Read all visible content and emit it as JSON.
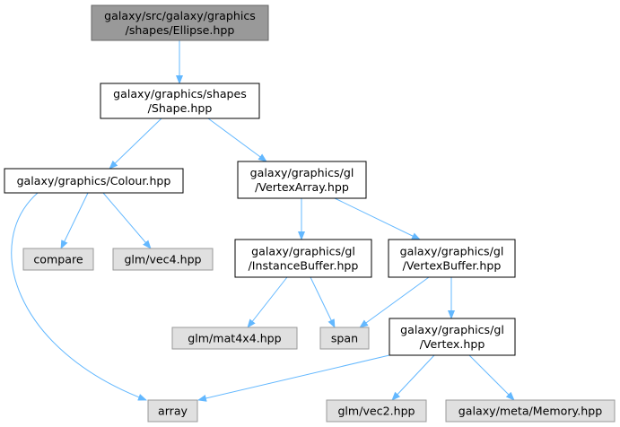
{
  "title": "",
  "nodes": [
    {
      "id": "ellipse",
      "lines": [
        "galaxy/src/galaxy/graphics",
        "/shapes/Ellipse.hpp"
      ],
      "kind": "root"
    },
    {
      "id": "shape",
      "lines": [
        "galaxy/graphics/shapes",
        "/Shape.hpp"
      ],
      "kind": "file"
    },
    {
      "id": "colour",
      "lines": [
        "galaxy/graphics/Colour.hpp"
      ],
      "kind": "file"
    },
    {
      "id": "vertexarray",
      "lines": [
        "galaxy/graphics/gl",
        "/VertexArray.hpp"
      ],
      "kind": "file"
    },
    {
      "id": "compare",
      "lines": [
        "compare"
      ],
      "kind": "external"
    },
    {
      "id": "vec4",
      "lines": [
        "glm/vec4.hpp"
      ],
      "kind": "external"
    },
    {
      "id": "instancebuffer",
      "lines": [
        "galaxy/graphics/gl",
        "/InstanceBuffer.hpp"
      ],
      "kind": "file"
    },
    {
      "id": "vertexbuffer",
      "lines": [
        "galaxy/graphics/gl",
        "/VertexBuffer.hpp"
      ],
      "kind": "file"
    },
    {
      "id": "mat4x4",
      "lines": [
        "glm/mat4x4.hpp"
      ],
      "kind": "external"
    },
    {
      "id": "span",
      "lines": [
        "span"
      ],
      "kind": "external"
    },
    {
      "id": "vertex",
      "lines": [
        "galaxy/graphics/gl",
        "/Vertex.hpp"
      ],
      "kind": "file"
    },
    {
      "id": "array",
      "lines": [
        "array"
      ],
      "kind": "external"
    },
    {
      "id": "vec2",
      "lines": [
        "glm/vec2.hpp"
      ],
      "kind": "external"
    },
    {
      "id": "memory",
      "lines": [
        "galaxy/meta/Memory.hpp"
      ],
      "kind": "external"
    }
  ],
  "edges": [
    {
      "from": "ellipse",
      "to": "shape"
    },
    {
      "from": "shape",
      "to": "colour"
    },
    {
      "from": "shape",
      "to": "vertexarray"
    },
    {
      "from": "colour",
      "to": "array"
    },
    {
      "from": "colour",
      "to": "compare"
    },
    {
      "from": "colour",
      "to": "vec4"
    },
    {
      "from": "vertexarray",
      "to": "instancebuffer"
    },
    {
      "from": "vertexarray",
      "to": "vertexbuffer"
    },
    {
      "from": "instancebuffer",
      "to": "mat4x4"
    },
    {
      "from": "instancebuffer",
      "to": "span"
    },
    {
      "from": "vertexbuffer",
      "to": "span"
    },
    {
      "from": "vertexbuffer",
      "to": "vertex"
    },
    {
      "from": "vertex",
      "to": "array"
    },
    {
      "from": "vertex",
      "to": "vec2"
    },
    {
      "from": "vertex",
      "to": "memory"
    }
  ],
  "colors": {
    "root_fill": "#999999",
    "file_fill": "#ffffff",
    "external_fill": "#e0e0e0",
    "file_border": "#000000",
    "external_border": "#999999",
    "edge": "#63b8ff",
    "text": "#000000"
  }
}
